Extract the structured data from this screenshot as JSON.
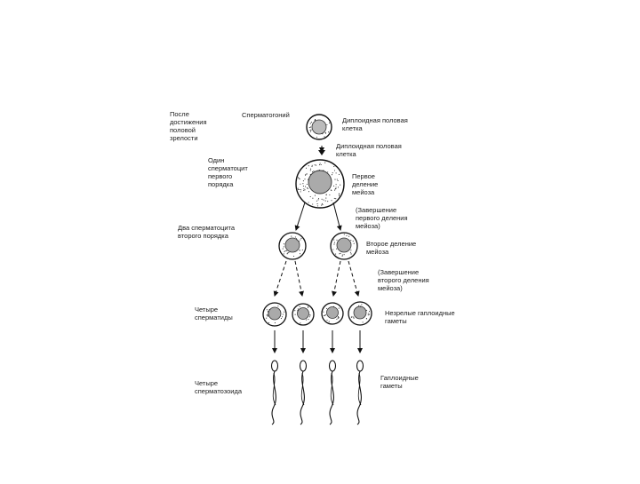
{
  "labels": {
    "after_puberty": "После\nдостижения\nполовой\nзрелости",
    "spermatogonium": "Сперматогоний",
    "diploid_sex_cell_1": "Диплоидная половая\nклетка",
    "diploid_sex_cell_2": "Диплоидная половая\nклетка",
    "one_primary_spermatocyte": "Один\nсперматоцит\nпервого\nпорядка",
    "first_meiotic_division": "Первое\nделение\nмейоза",
    "completion_first_division": "(Завершение\nпервого деления\nмейоза)",
    "two_secondary_spermatocytes": "Два сперматоцита\nвторого порядка",
    "second_meiotic_division": "Второе деление\nмейоза",
    "completion_second_division": "(Завершение\nвторого деления\nмейоза)",
    "four_spermatids": "Четыре\nсперматиды",
    "immature_haploid_gametes": "Незрелые гаплоидные\nгаметы",
    "four_spermatozoa": "Четыре\nсперматозоида",
    "haploid_gametes": "Гаплоидные\nгаметы"
  }
}
